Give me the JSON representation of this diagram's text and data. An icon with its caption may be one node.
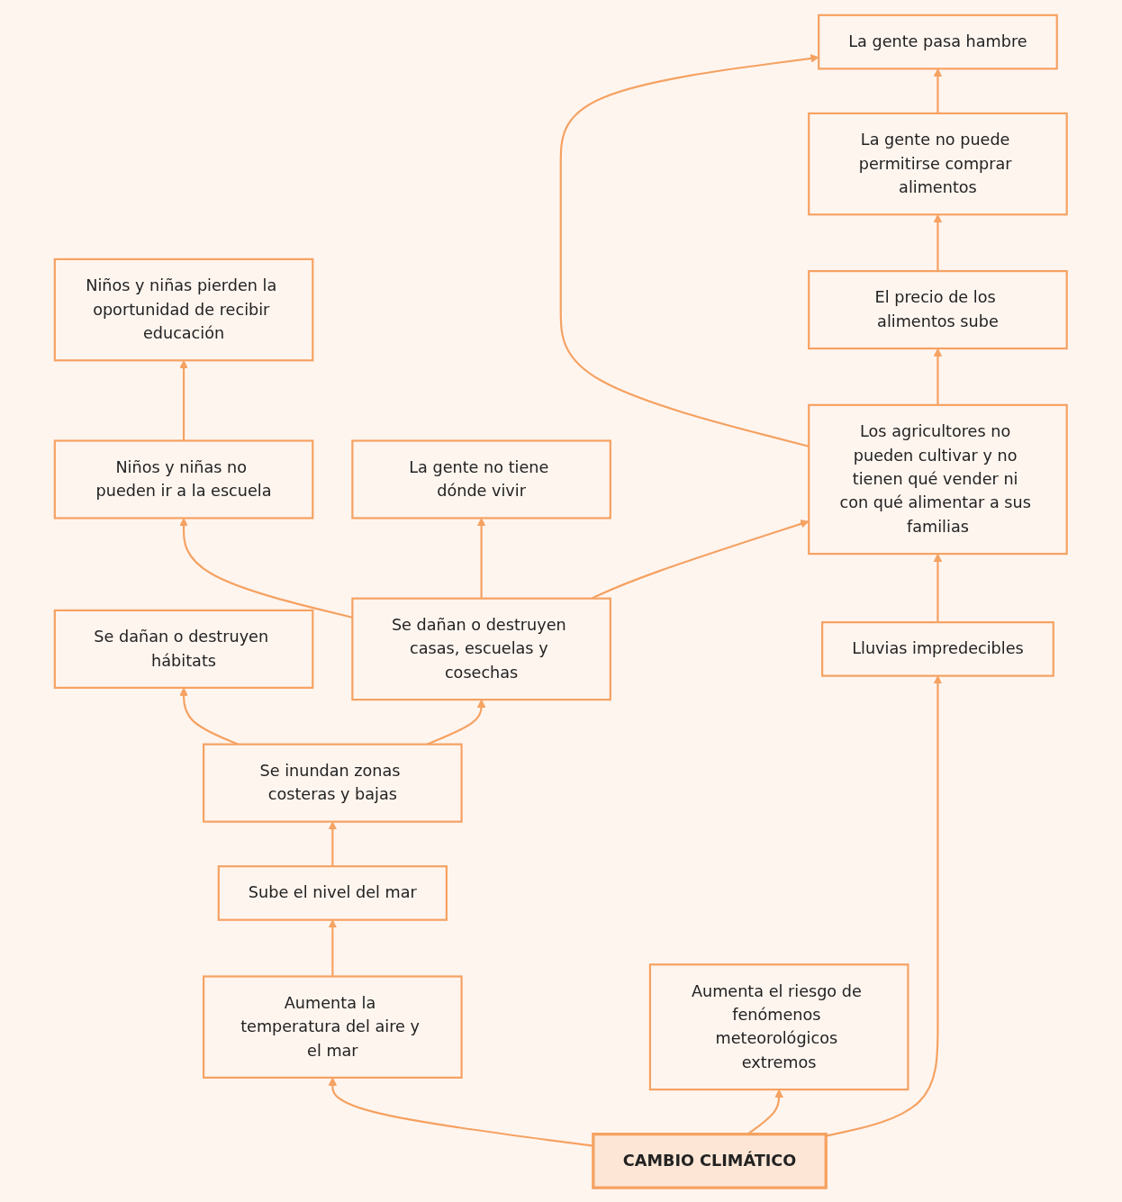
{
  "diagram": {
    "nodes": [
      {
        "text": [
          "Se dañan o destruyen hábitats"
        ]
      },
      {
        "text": [
          "Niños y niñas pierden la oportunidad de recibir educación"
        ]
      },
      {
        "text": [
          "Se inundan zonas costeras y bajas"
        ]
      },
      {
        "text": [
          "Niños y niñas no pueden ir a la escuela"
        ]
      },
      {
        "text": [
          "Sube el nivel del mar"
        ]
      },
      {
        "text": [
          "Aumenta la temperatura del aire y el mar"
        ]
      },
      {
        "text": [
          "Se dañan o destruyen casas, escuelas y cosechas"
        ]
      },
      {
        "text": [
          "La gente no tiene dónde vivir"
        ]
      },
      {
        "text": [
          "Aumenta el riesgo de fenómenos meteorológicos extremos"
        ]
      },
      {
        "text": [
          "CAMBIO CLIMÁTICO"
        ]
      },
      {
        "text": [
          "Lluvias impredecibles"
        ]
      },
      {
        "text": [
          "La gente pasa hambre"
        ]
      },
      {
        "text": [
          "La gente no puede permitirse comprar alimentos"
        ]
      },
      {
        "text": [
          "Los agricultores no pueden cultivar y no tienen qué vender ni con qué alimentar a sus familias"
        ]
      },
      {
        "text": [
          "El precio de los alimentos sube"
        ]
      }
    ],
    "edges": [
      {
        "from": 9,
        "to": 5,
        "arrow": "to"
      },
      {
        "from": 5,
        "to": 4,
        "arrow": "to"
      },
      {
        "from": 4,
        "to": 2,
        "arrow": "to"
      },
      {
        "from": 2,
        "to": 0,
        "arrow": "to"
      },
      {
        "from": 2,
        "to": 6,
        "arrow": "to"
      },
      {
        "from": 6,
        "to": 3,
        "arrow": "to"
      },
      {
        "from": 3,
        "to": 1,
        "arrow": "to"
      },
      {
        "from": 6,
        "to": 7,
        "arrow": "to"
      },
      {
        "from": 9,
        "to": 8,
        "arrow": "to"
      },
      {
        "from": 9,
        "to": 10,
        "arrow": "to"
      },
      {
        "from": 10,
        "to": 13,
        "arrow": "to"
      },
      {
        "from": 6,
        "to": 13,
        "arrow": "to"
      },
      {
        "from": 13,
        "to": 11,
        "arrow": "to"
      },
      {
        "from": 13,
        "to": 14,
        "arrow": "to"
      },
      {
        "from": 14,
        "to": 12,
        "arrow": "to"
      },
      {
        "from": 12,
        "to": 11,
        "arrow": "to"
      }
    ]
  }
}
